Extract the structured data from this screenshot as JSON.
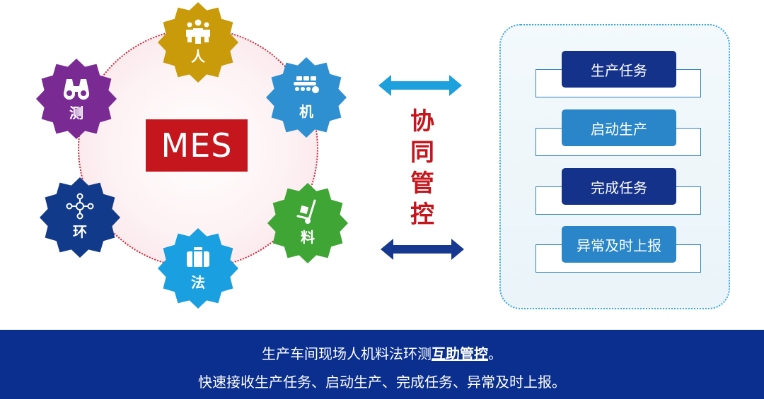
{
  "center_label": "MES",
  "nodes": {
    "ren": {
      "label": "人",
      "icon": "people-icon",
      "color": "#c99a0a"
    },
    "ji": {
      "label": "机",
      "icon": "machine-conveyor-icon",
      "color": "#2e8fd1"
    },
    "liao": {
      "label": "料",
      "icon": "hand-truck-icon",
      "color": "#3fa535"
    },
    "fa": {
      "label": "法",
      "icon": "briefcase-icon",
      "color": "#1a9fe0"
    },
    "huan": {
      "label": "环",
      "icon": "network-nodes-icon",
      "color": "#123a8a"
    },
    "ce": {
      "label": "测",
      "icon": "binoculars-icon",
      "color": "#7a2a93"
    }
  },
  "middle": {
    "chars": [
      "协",
      "同",
      "管",
      "控"
    ],
    "arrow_top_color": "#1ea0dc",
    "arrow_bottom_color": "#16388f"
  },
  "steps": [
    {
      "label": "生产任务",
      "color": "#15328a"
    },
    {
      "label": "启动生产",
      "color": "#2a86c8"
    },
    {
      "label": "完成任务",
      "color": "#15328a"
    },
    {
      "label": "异常及时上报",
      "color": "#2a86c8"
    }
  ],
  "banner": {
    "line1_prefix": "生产车间现场人机料法环测",
    "line1_emphasis": "互助管控",
    "line1_suffix": "。",
    "line2": "快速接收生产任务、启动生产、完成任务、异常及时上报。"
  }
}
